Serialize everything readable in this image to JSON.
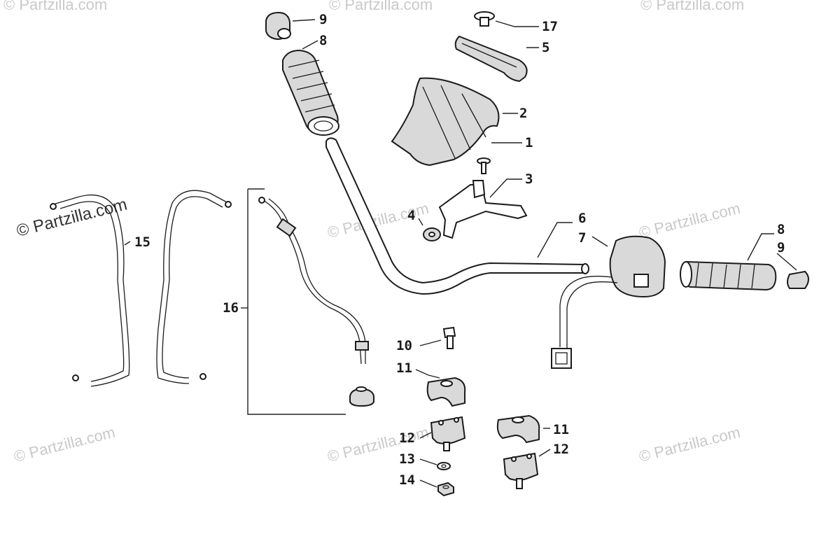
{
  "watermarks": {
    "main": "© Partzilla.com",
    "faint": "© Partzilla.com"
  },
  "callouts": {
    "c1": "1",
    "c2": "2",
    "c3": "3",
    "c4": "4",
    "c5": "5",
    "c6": "6",
    "c7": "7",
    "c8a": "8",
    "c8b": "8",
    "c9a": "9",
    "c9b": "9",
    "c10": "10",
    "c11a": "11",
    "c11b": "11",
    "c12a": "12",
    "c12b": "12",
    "c13": "13",
    "c14": "14",
    "c15": "15",
    "c16": "16",
    "c17": "17"
  },
  "colors": {
    "line": "#1b1b1b",
    "fill": "#d9d9d9",
    "watermark": "#c9c9c9"
  }
}
